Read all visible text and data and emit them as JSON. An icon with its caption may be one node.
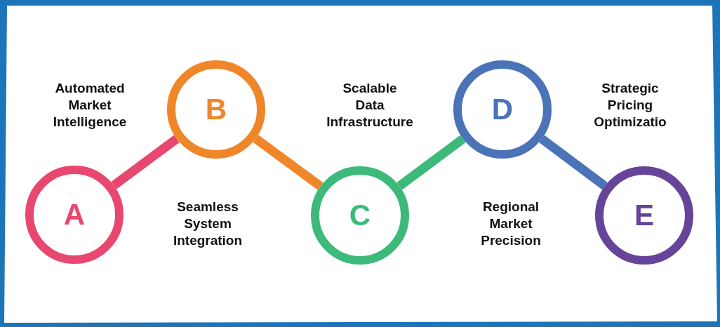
{
  "diagram": {
    "nodes": [
      {
        "text": [
          "A"
        ]
      },
      {
        "text": [
          "B"
        ]
      },
      {
        "text": [
          "C"
        ]
      },
      {
        "text": [
          "D"
        ]
      },
      {
        "text": [
          "E"
        ]
      }
    ],
    "edges": [
      {
        "from": 0,
        "to": 1,
        "arrow": "none",
        "color": "#e8476f"
      },
      {
        "from": 1,
        "to": 2,
        "arrow": "none",
        "color": "#f0862a"
      },
      {
        "from": 2,
        "to": 3,
        "arrow": "none",
        "color": "#3dba7a"
      },
      {
        "from": 3,
        "to": 4,
        "arrow": "none",
        "color": "#4a73b8"
      }
    ],
    "labels": [
      "Automated Market Intelligence",
      "Scalable Data Infrastructure",
      "Strategic Pricing Optimizatio",
      "Seamless System Integration",
      "Regional Market Precision"
    ]
  }
}
